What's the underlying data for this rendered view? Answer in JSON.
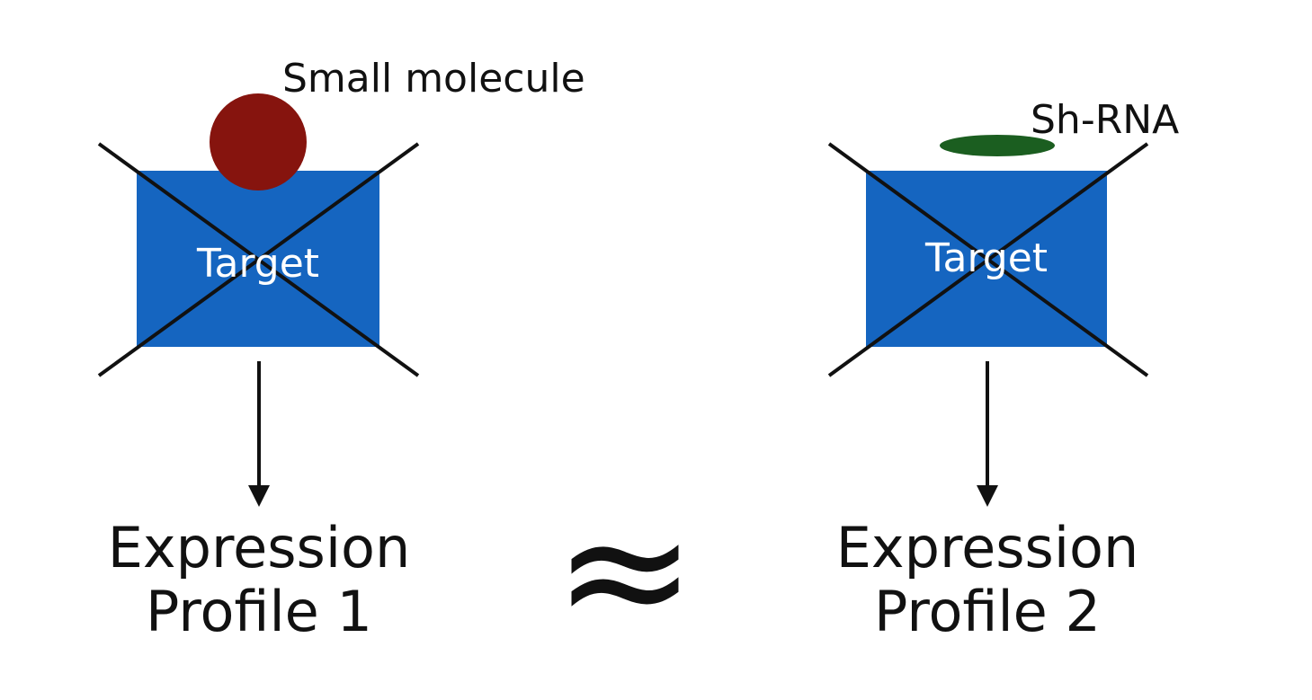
{
  "colors": {
    "target_fill": "#1565c0",
    "small_molecule_fill": "#86140e",
    "shrna_fill": "#1b5e20",
    "line": "#111111",
    "target_text": "#ffffff"
  },
  "panels": [
    {
      "agent_label": "Small molecule",
      "target_label": "Target",
      "profile_line1": "Expression",
      "profile_line2": "Profile 1"
    },
    {
      "agent_label": "Sh-RNA",
      "target_label": "Target",
      "profile_line1": "Expression",
      "profile_line2": "Profile 2"
    }
  ],
  "comparison_symbol": "≈"
}
